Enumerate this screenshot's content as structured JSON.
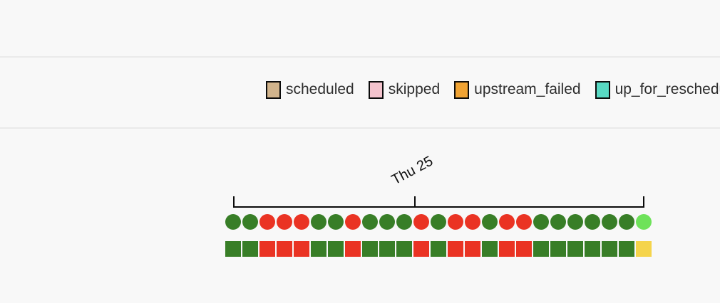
{
  "legend": {
    "items": [
      {
        "label": "scheduled",
        "color": "#D2B48C"
      },
      {
        "label": "skipped",
        "color": "#F4C3CD"
      },
      {
        "label": "upstream_failed",
        "color": "#F0A333"
      },
      {
        "label": "up_for_reschedule",
        "color": "#58D9C3"
      }
    ]
  },
  "timeline": {
    "axis_label": "Thu 25",
    "dag_runs": [
      "success",
      "success",
      "failed",
      "failed",
      "failed",
      "success",
      "success",
      "failed",
      "success",
      "success",
      "success",
      "failed",
      "success",
      "failed",
      "failed",
      "success",
      "failed",
      "failed",
      "success",
      "success",
      "success",
      "success",
      "success",
      "success",
      "running"
    ],
    "task_instances": [
      "success",
      "success",
      "failed",
      "failed",
      "failed",
      "success",
      "success",
      "failed",
      "success",
      "success",
      "success",
      "failed",
      "success",
      "failed",
      "failed",
      "success",
      "failed",
      "failed",
      "success",
      "success",
      "success",
      "success",
      "success",
      "success",
      "up_for_retry"
    ],
    "state_colors": {
      "success": "#387E27",
      "failed": "#EA3323",
      "running": "#6EE25A",
      "up_for_retry": "#F5D44B"
    }
  },
  "theme": {
    "background": "#F8F8F8",
    "divider": "#EAEAEA",
    "axis": "#0B0B0B"
  }
}
